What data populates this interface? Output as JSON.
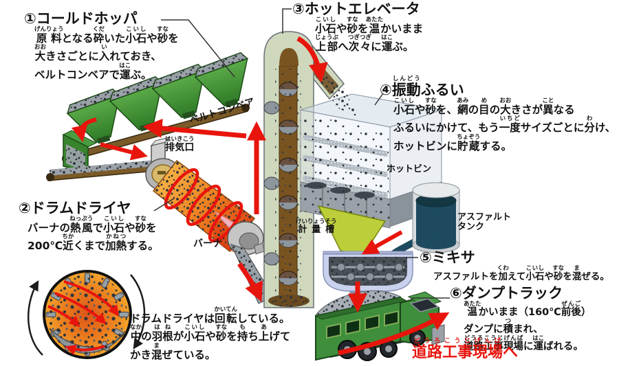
{
  "colors": {
    "arrow_red": "#e8150d",
    "text_black": "#121212",
    "hopper_green": "#3f8f35",
    "belt_brown": "#7a5a28",
    "drum_orange": "#ee7d1f",
    "elevator_sage": "#cfd8bd",
    "screen_tint": "#dce8f0",
    "funnel_lime": "#b9cf35",
    "mixer_periwinkle": "#c9d1ec",
    "asphalt_teal": "#1d4a5e",
    "truck_green": "#3e8e3b"
  },
  "sections": {
    "cold_hopper": {
      "title": [
        {
          "t": "①コールドホッパ"
        }
      ],
      "lines": [
        [
          {
            "t": "原料",
            "r": "げんりょう"
          },
          {
            "t": "となる"
          },
          {
            "t": "砕",
            "r": "くだ"
          },
          {
            "t": "いた"
          },
          {
            "t": "小石",
            "r": "こいし"
          },
          {
            "t": "や"
          },
          {
            "t": "砂",
            "r": "すな"
          },
          {
            "t": "を"
          }
        ],
        [
          {
            "t": "大",
            "r": "おお"
          },
          {
            "t": "きさごとに"
          },
          {
            "t": "入",
            "r": "い"
          },
          {
            "t": "れておき、"
          }
        ],
        [
          {
            "t": "ベルトコンベアで"
          },
          {
            "t": "運",
            "r": "はこ"
          },
          {
            "t": "ぶ。"
          }
        ]
      ]
    },
    "drum_dryer": {
      "title": [
        {
          "t": "②ドラムドライヤ"
        }
      ],
      "lines": [
        [
          {
            "t": "バーナの"
          },
          {
            "t": "熱風",
            "r": "ねっぷう"
          },
          {
            "t": "で"
          },
          {
            "t": "小石",
            "r": "こいし"
          },
          {
            "t": "や"
          },
          {
            "t": "砂",
            "r": "すな"
          },
          {
            "t": "を"
          }
        ],
        [
          {
            "t": "200℃"
          },
          {
            "t": "近",
            "r": "ちか"
          },
          {
            "t": "くまで"
          },
          {
            "t": "加熱",
            "r": "かねつ"
          },
          {
            "t": "する。"
          }
        ]
      ]
    },
    "hot_elevator": {
      "title": [
        {
          "t": "③ホットエレベータ"
        }
      ],
      "lines": [
        [
          {
            "t": "小石",
            "r": "こいし"
          },
          {
            "t": "や"
          },
          {
            "t": "砂",
            "r": "すな"
          },
          {
            "t": "を"
          },
          {
            "t": "温",
            "r": "あたた"
          },
          {
            "t": "かいまま"
          }
        ],
        [
          {
            "t": "上部",
            "r": "じょうぶ"
          },
          {
            "t": "へ"
          },
          {
            "t": "次々",
            "r": "つぎつぎ"
          },
          {
            "t": "に"
          },
          {
            "t": "運",
            "r": "はこ"
          },
          {
            "t": "ぶ。"
          }
        ]
      ]
    },
    "vibrating_screen": {
      "title": [
        {
          "t": "④"
        },
        {
          "t": "振動",
          "r": "しんどう"
        },
        {
          "t": "ふるい"
        }
      ],
      "lines": [
        [
          {
            "t": "小石",
            "r": "こいし"
          },
          {
            "t": "や"
          },
          {
            "t": "砂",
            "r": "すな"
          },
          {
            "t": "を、"
          },
          {
            "t": "網",
            "r": "あみ"
          },
          {
            "t": "の"
          },
          {
            "t": "目",
            "r": "め"
          },
          {
            "t": "の"
          },
          {
            "t": "大",
            "r": "おお"
          },
          {
            "t": "きさが"
          },
          {
            "t": "異",
            "r": "こと"
          },
          {
            "t": "なる"
          }
        ],
        [
          {
            "t": "ふるいにかけて、もう"
          },
          {
            "t": "一度",
            "r": "いちど"
          },
          {
            "t": "サイズごとに"
          },
          {
            "t": "分",
            "r": "わ"
          },
          {
            "t": "け、"
          }
        ],
        [
          {
            "t": "ホットビンに"
          },
          {
            "t": "貯蔵",
            "r": "ちょぞう"
          },
          {
            "t": "する。"
          }
        ]
      ]
    },
    "mixer": {
      "title": [
        {
          "t": "⑤ミキサ"
        }
      ],
      "lines": [
        [
          {
            "t": "アスファルトを"
          },
          {
            "t": "加",
            "r": "くわ"
          },
          {
            "t": "えて"
          },
          {
            "t": "小石",
            "r": "こいし"
          },
          {
            "t": "や"
          },
          {
            "t": "砂",
            "r": "すな"
          },
          {
            "t": "を"
          },
          {
            "t": "混",
            "r": "ま"
          },
          {
            "t": "ぜる。"
          }
        ]
      ]
    },
    "dump_truck": {
      "title": [
        {
          "t": "⑥ダンプトラック"
        }
      ],
      "lines": [
        [
          {
            "t": "温",
            "r": "あたた"
          },
          {
            "t": "かいまま（160℃"
          },
          {
            "t": "前後",
            "r": "ぜんご"
          },
          {
            "t": "）"
          }
        ],
        [
          {
            "t": "ダンプに"
          },
          {
            "t": "積",
            "r": "つ"
          },
          {
            "t": "まれ、"
          }
        ],
        [
          {
            "t": "道路工事現場",
            "r": "どうろこうじげんば"
          },
          {
            "t": "に"
          },
          {
            "t": "運",
            "r": "はこ"
          },
          {
            "t": "ばれる。"
          }
        ]
      ]
    }
  },
  "inset_note": {
    "lines": [
      [
        {
          "t": "ドラムドライヤは"
        },
        {
          "t": "回転",
          "r": "かいてん"
        },
        {
          "t": "している。"
        }
      ],
      [
        {
          "t": "中",
          "r": "なか"
        },
        {
          "t": "の"
        },
        {
          "t": "羽根",
          "r": "はね"
        },
        {
          "t": "が"
        },
        {
          "t": "小石",
          "r": "こいし"
        },
        {
          "t": "や"
        },
        {
          "t": "砂",
          "r": "すな"
        },
        {
          "t": "を"
        },
        {
          "t": "持",
          "r": "も"
        },
        {
          "t": "ち"
        },
        {
          "t": "上",
          "r": "あ"
        },
        {
          "t": "げて"
        }
      ],
      [
        {
          "t": "かき"
        },
        {
          "t": "混",
          "r": "ま"
        },
        {
          "t": "ぜている。"
        }
      ]
    ]
  },
  "labels": {
    "belt_conveyor": "ベルトコンベア",
    "exhaust_port": [
      {
        "t": "排気口",
        "r": "はいきこう"
      }
    ],
    "burner": "バーナ",
    "hot_bin": "ホットビン",
    "asphalt_tank_line1": "アスファルト",
    "asphalt_tank_line2": "タンク",
    "weigh_hopper": [
      {
        "t": "計量槽",
        "r": "けいりょうそう"
      }
    ]
  },
  "destination": {
    "segments": [
      {
        "t": "道路工事現場",
        "r": "どうろこうじげんば"
      },
      {
        "t": "へ"
      }
    ]
  }
}
